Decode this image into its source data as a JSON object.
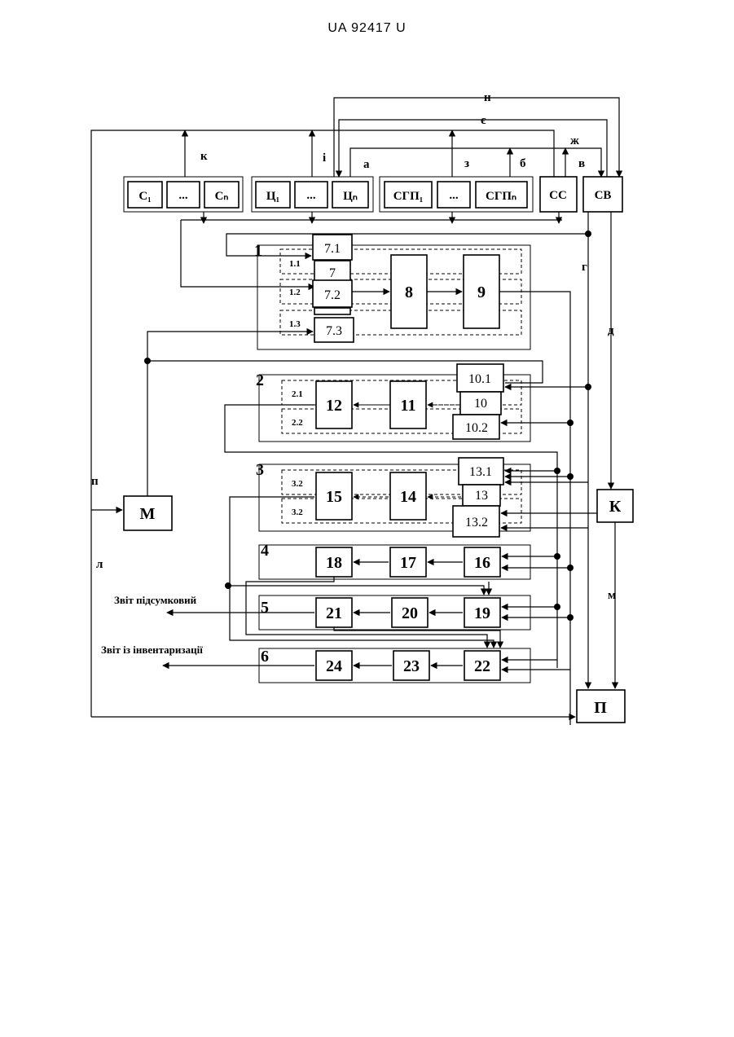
{
  "header": {
    "patent_id": "UA   92417   U"
  },
  "diagram": {
    "top_blocks": {
      "c1": "С₁",
      "cdots": "...",
      "cn": "Cₙ",
      "ts1": "Ц₁",
      "tsdots": "...",
      "tsn": "Цₙ",
      "sgp1": "СГП₁",
      "sgpdots": "...",
      "sgpn": "СГПₙ",
      "ss": "СС",
      "sv": "СВ"
    },
    "arrow_letters": {
      "k": "к",
      "i": "і",
      "a": "а",
      "z": "з",
      "b": "б",
      "v": "в",
      "zh": "ж",
      "ye": "є",
      "n": "н",
      "g": "г",
      "d": "д",
      "p": "п",
      "l": "л",
      "m": "м"
    },
    "groups": {
      "g1": "1",
      "g2": "2",
      "g3": "3",
      "g4": "4",
      "g5": "5",
      "g6": "6"
    },
    "sublabels": {
      "s11": "1.1",
      "s12": "1.2",
      "s13": "1.3",
      "s21": "2.1",
      "s22": "2.2",
      "s32a": "3.2",
      "s32b": "3.2"
    },
    "blocks": {
      "b71": "7.1",
      "b7": "7",
      "b72": "7.2",
      "b73": "7.3",
      "b8": "8",
      "b9": "9",
      "b101": "10.1",
      "b10": "10",
      "b102": "10.2",
      "b11": "11",
      "b12": "12",
      "b131": "13.1",
      "b13": "13",
      "b132": "13.2",
      "b14": "14",
      "b15": "15",
      "b16": "16",
      "b17": "17",
      "b18": "18",
      "b19": "19",
      "b20": "20",
      "b21": "21",
      "b22": "22",
      "b23": "23",
      "b24": "24",
      "M": "М",
      "K": "К",
      "P": "П"
    },
    "outputs": {
      "summary_report": "Звіт підсумковий",
      "inventory_report": "Звіт із інвентаризації"
    }
  }
}
